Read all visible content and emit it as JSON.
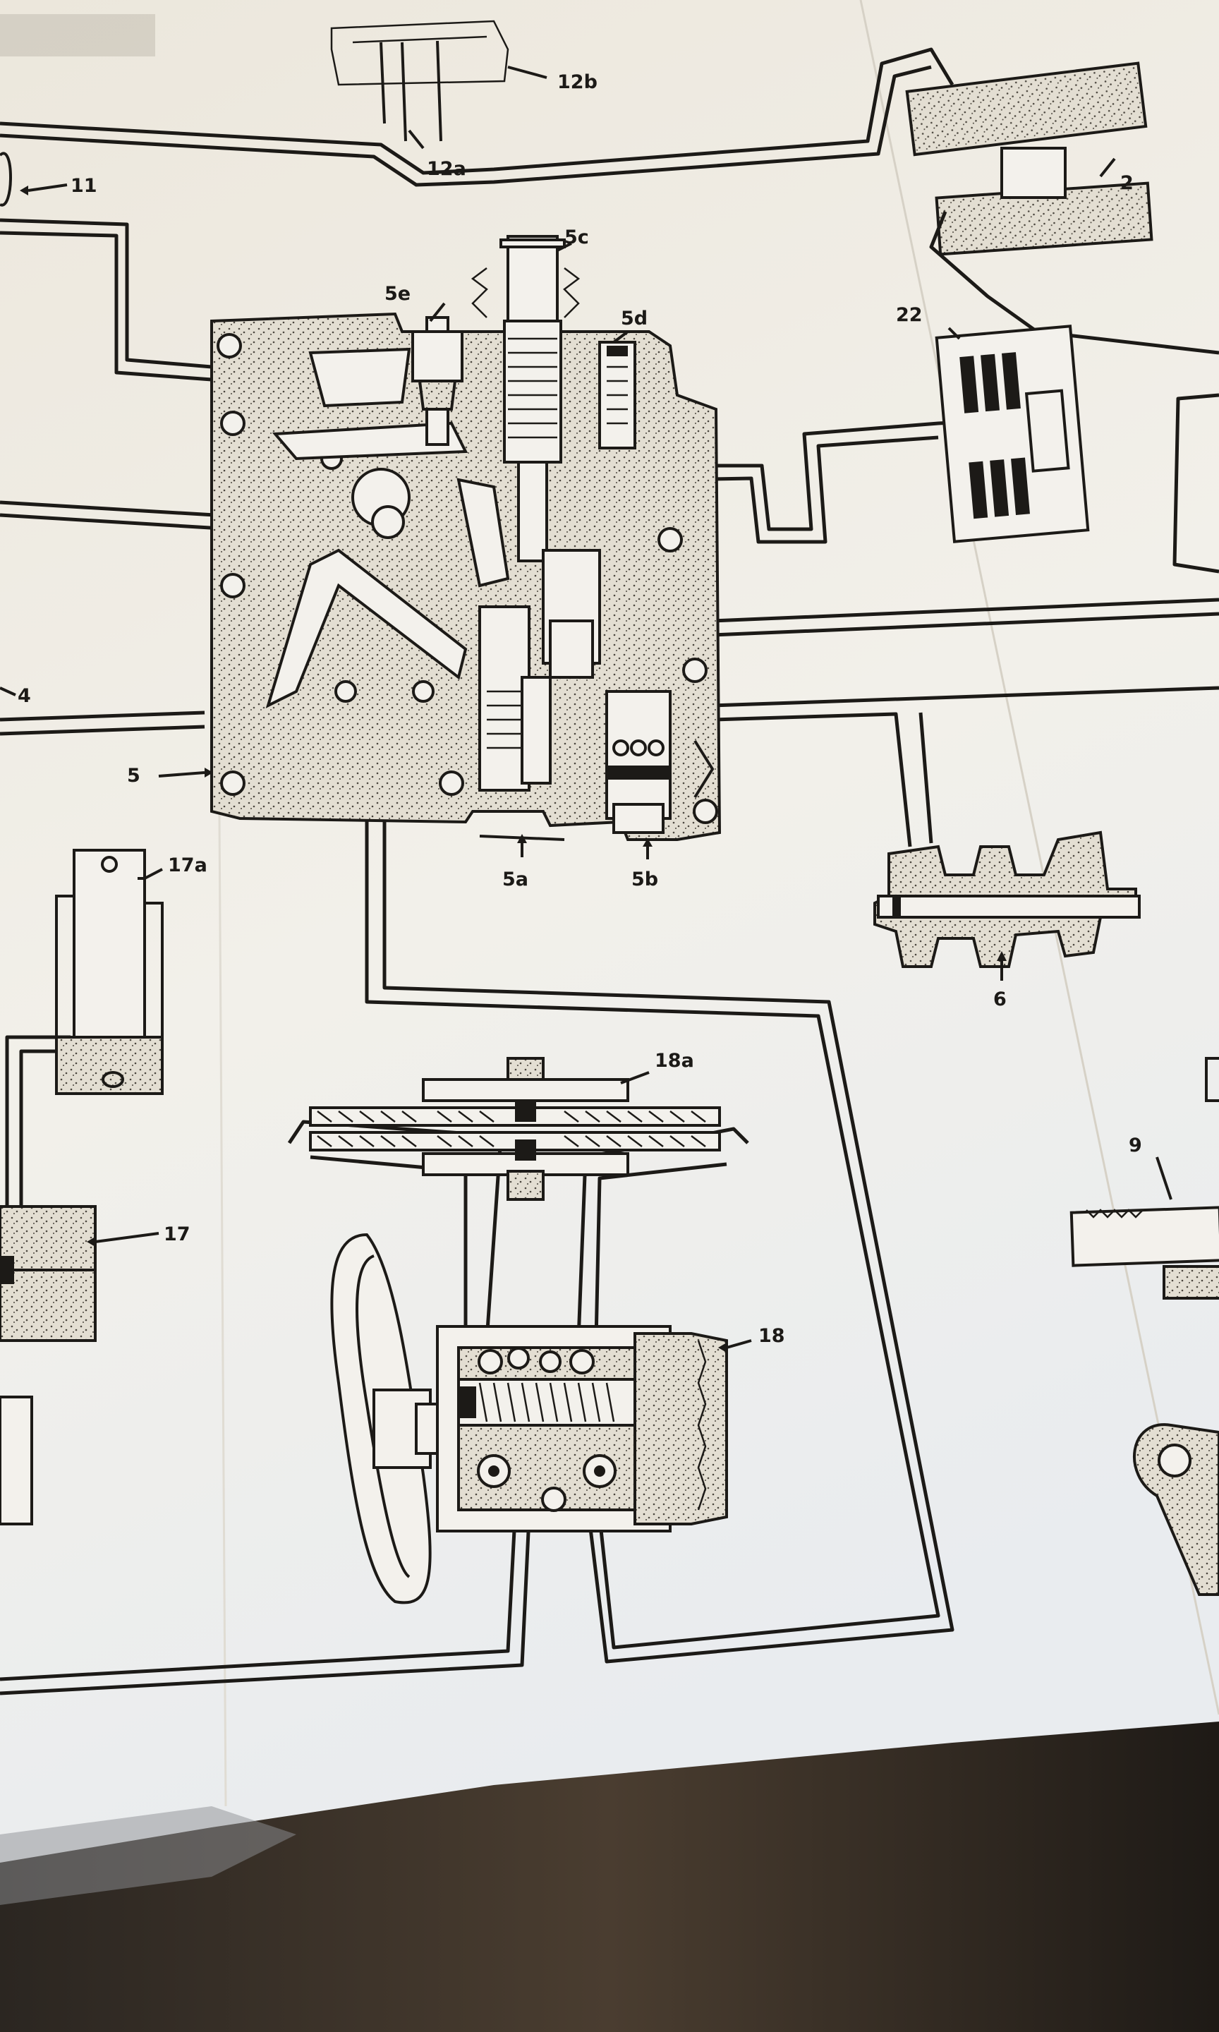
{
  "labels": {
    "l11": "11",
    "l12b": "12b",
    "l12a": "12a",
    "l2": "2",
    "l5c": "5c",
    "l5e": "5e",
    "l5d": "5d",
    "l22": "22",
    "l4": "4",
    "l5": "5",
    "l5a": "5a",
    "l5b": "5b",
    "l6": "6",
    "l17a": "17a",
    "l18a": "18a",
    "l17": "17",
    "l18": "18",
    "l9": "9"
  },
  "colors": {
    "paper": "#f3f1ec",
    "ink": "#1c1a17",
    "stipple_fill": "#ddd8cc",
    "table_surface": "#3a332c"
  }
}
